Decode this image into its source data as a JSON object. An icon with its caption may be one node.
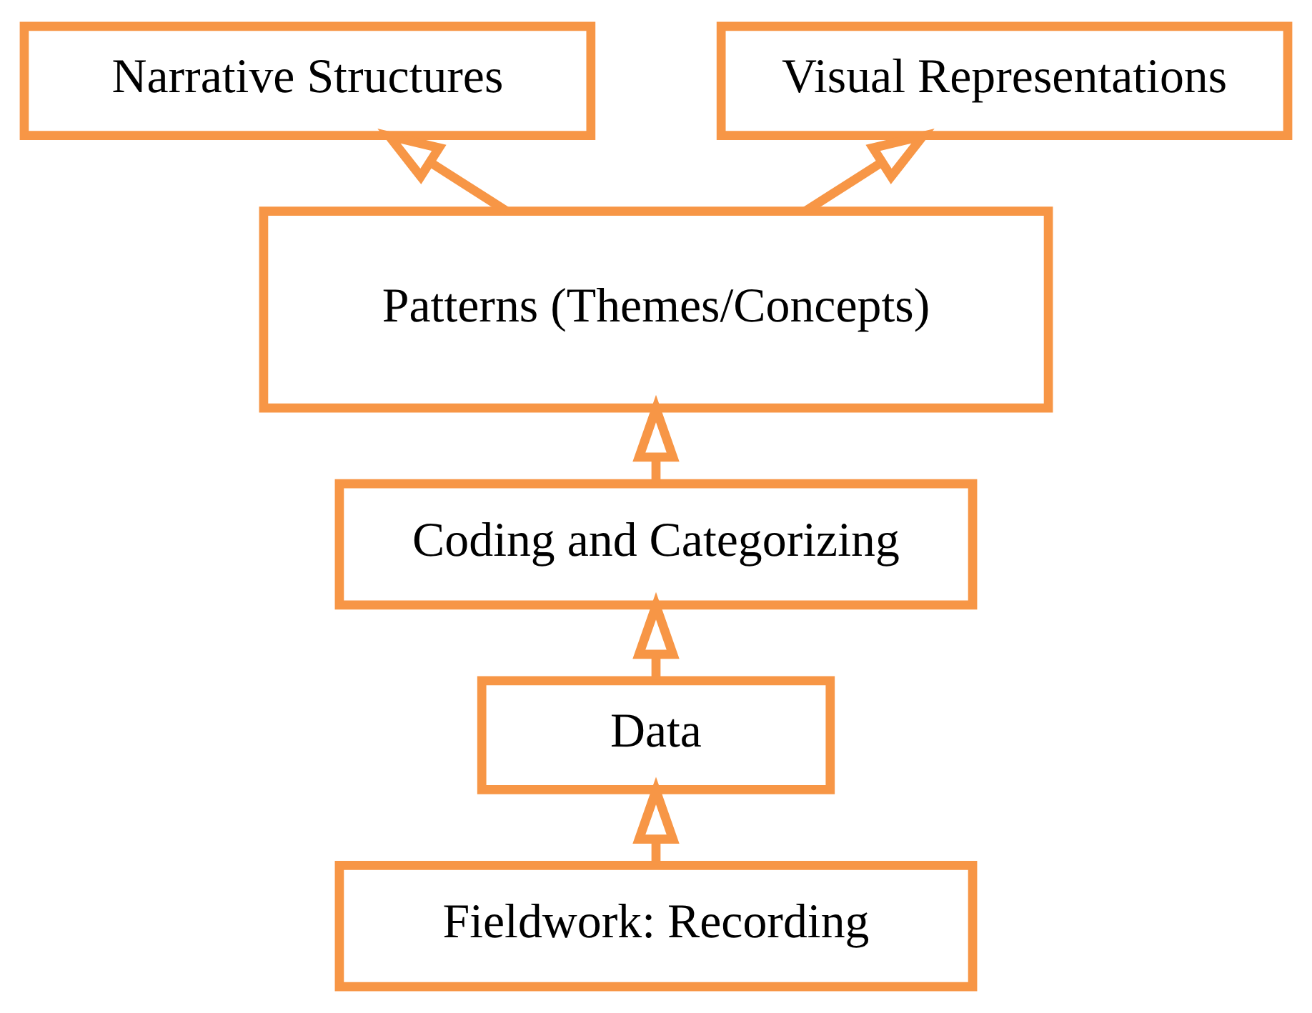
{
  "diagram": {
    "nodes": [
      {
        "text": [
          "Narrative Structures"
        ]
      },
      {
        "text": [
          "Visual Representations"
        ]
      },
      {
        "text": [
          "Patterns (Themes/Concepts)"
        ]
      },
      {
        "text": [
          "Coding and Categorizing"
        ]
      },
      {
        "text": [
          "Data"
        ]
      },
      {
        "text": [
          "Fieldwork: Recording"
        ]
      }
    ],
    "edges": [
      {
        "from": 5,
        "to": 4,
        "arrow": "to"
      },
      {
        "from": 4,
        "to": 3,
        "arrow": "to"
      },
      {
        "from": 3,
        "to": 2,
        "arrow": "to"
      },
      {
        "from": 2,
        "to": 0,
        "arrow": "to"
      },
      {
        "from": 2,
        "to": 1,
        "arrow": "to"
      }
    ]
  }
}
